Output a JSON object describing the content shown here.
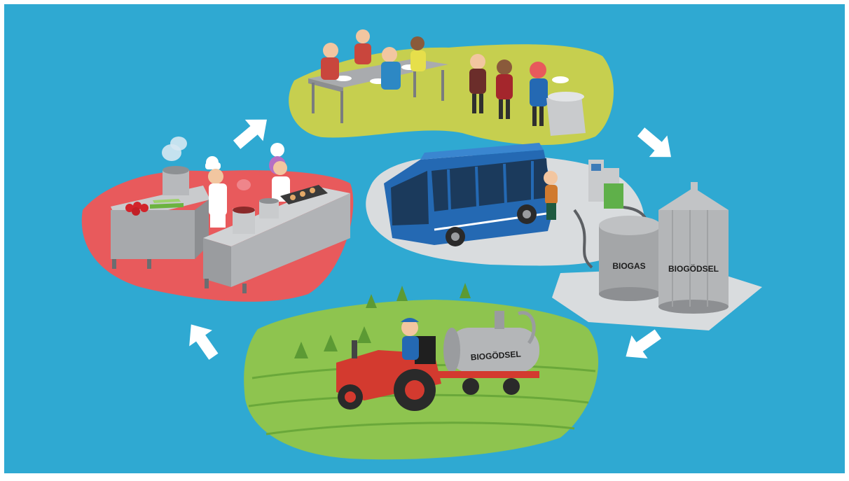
{
  "labels": {
    "biogas": "BIOGAS",
    "biogodsel_tank": "BIOGÖDSEL",
    "biogodsel_tractor": "BIOGÖDSEL"
  },
  "colors": {
    "background": "#2fa9d2",
    "kitchen_island": "#e85a5c",
    "dining_island": "#c6cf4f",
    "bus_island": "#d9dcde",
    "field_island": "#8ec44f",
    "arrow": "#ffffff",
    "bus": "#2469b3",
    "tank": "#a4a6a8",
    "tractor": "#d33a2f"
  },
  "stages": [
    "kitchen",
    "dining",
    "biogas-plant",
    "field"
  ]
}
